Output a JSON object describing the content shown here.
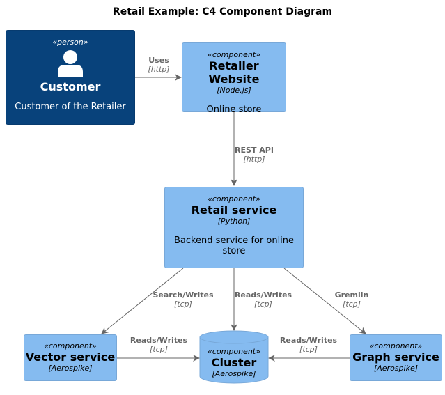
{
  "title": "Retail Example: C4 Component Diagram",
  "colors": {
    "person_fill": "#08427b",
    "component_fill": "#85bbf0",
    "component_border": "#78a8d8",
    "edge_color": "#666666"
  },
  "nodes": {
    "customer": {
      "stereotype": "«person»",
      "name": "Customer",
      "description": "Customer of the Retailer",
      "icon": "person-icon"
    },
    "website": {
      "stereotype": "«component»",
      "name": "Retailer Website",
      "technology": "[Node.js]",
      "description": "Online store"
    },
    "retail": {
      "stereotype": "«component»",
      "name": "Retail service",
      "technology": "[Python]",
      "description_line1": "Backend service for online",
      "description_line2": "store"
    },
    "vector": {
      "stereotype": "«component»",
      "name": "Vector service",
      "technology": "[Aerospike]"
    },
    "cluster": {
      "stereotype": "«component»",
      "name": "Cluster",
      "technology": "[Aerospike]"
    },
    "graph": {
      "stereotype": "«component»",
      "name": "Graph service",
      "technology": "[Aerospike]"
    }
  },
  "edges": {
    "uses": {
      "label": "Uses",
      "tech": "[http]"
    },
    "rest": {
      "label": "REST API",
      "tech": "[http]"
    },
    "search": {
      "label": "Search/Writes",
      "tech": "[tcp]"
    },
    "reads_center": {
      "label": "Reads/Writes",
      "tech": "[tcp]"
    },
    "gremlin": {
      "label": "Gremlin",
      "tech": "[tcp]"
    },
    "reads_vector": {
      "label": "Reads/Writes",
      "tech": "[tcp]"
    },
    "reads_graph": {
      "label": "Reads/Writes",
      "tech": "[tcp]"
    }
  }
}
